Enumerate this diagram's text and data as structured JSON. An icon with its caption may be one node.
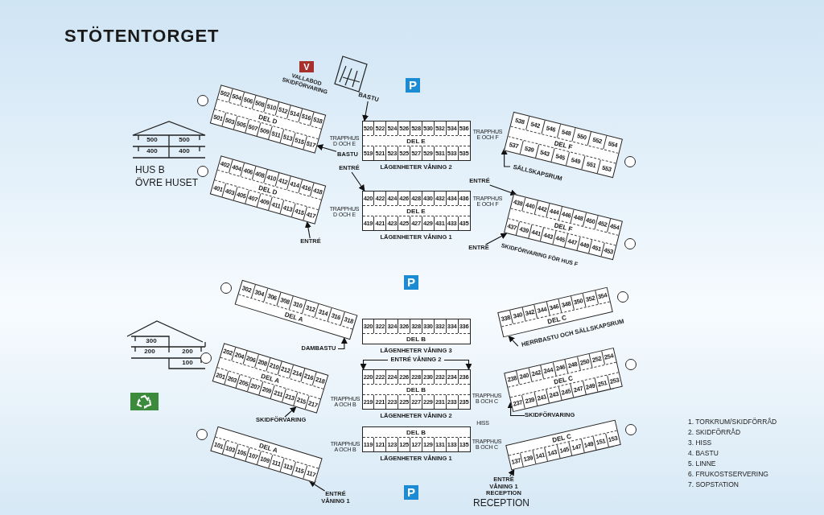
{
  "diagram": {
    "title": "STÖTENTORGET",
    "nodes": [
      {
        "text": [
          "502",
          "504",
          "506",
          "508",
          "510",
          "512",
          "514",
          "516",
          "518",
          "DEL D",
          "501",
          "503",
          "505",
          "507",
          "509",
          "511",
          "513",
          "515",
          "517"
        ]
      },
      {
        "text": [
          "520",
          "522",
          "524",
          "526",
          "528",
          "530",
          "532",
          "534",
          "536",
          "DEL E",
          "519",
          "521",
          "523",
          "525",
          "527",
          "529",
          "531",
          "533",
          "535"
        ],
        "beside": [
          "LÄGENHETER VÅNING 2"
        ]
      },
      {
        "text": [
          "538",
          "542",
          "546",
          "548",
          "550",
          "552",
          "554",
          "DEL F",
          "537",
          "539",
          "543",
          "545",
          "549",
          "551",
          "553"
        ]
      },
      {
        "text": [
          "402",
          "404",
          "406",
          "408",
          "410",
          "412",
          "414",
          "416",
          "418",
          "DEL D",
          "401",
          "403",
          "405",
          "407",
          "409",
          "411",
          "413",
          "415",
          "417"
        ]
      },
      {
        "text": [
          "420",
          "422",
          "424",
          "426",
          "428",
          "430",
          "432",
          "434",
          "436",
          "DEL E",
          "419",
          "421",
          "423",
          "425",
          "427",
          "429",
          "431",
          "433",
          "435"
        ],
        "beside": [
          "LÄGENHETER VÅNING 1"
        ]
      },
      {
        "text": [
          "438",
          "440",
          "442",
          "444",
          "446",
          "448",
          "450",
          "452",
          "454",
          "DEL F",
          "437",
          "439",
          "441",
          "443",
          "445",
          "447",
          "449",
          "451",
          "453"
        ]
      },
      {
        "text": [
          "BASTU"
        ]
      },
      {
        "text": [
          "BASTU"
        ]
      },
      {
        "text": [
          "ENTRÉ"
        ]
      },
      {
        "text": [
          "ENTRÉ"
        ]
      },
      {
        "text": [
          "SÄLLSKAPSRUM"
        ]
      },
      {
        "text": [
          "ENTRÉ"
        ]
      },
      {
        "text": [
          "ENTRÉ"
        ]
      },
      {
        "text": [
          "302",
          "304",
          "306",
          "308",
          "310",
          "312",
          "314",
          "316",
          "318",
          "DEL A"
        ]
      },
      {
        "text": [
          "320",
          "322",
          "324",
          "326",
          "328",
          "330",
          "332",
          "334",
          "336",
          "DEL B"
        ],
        "beside": [
          "LÄGENHETER VÅNING 3"
        ]
      },
      {
        "text": [
          "338",
          "340",
          "342",
          "344",
          "346",
          "348",
          "350",
          "352",
          "354",
          "DEL C"
        ]
      },
      {
        "text": [
          "DAMBASTU"
        ]
      },
      {
        "text": [
          "HERRBASTU OCH SÄLLSKAPSRUM"
        ]
      },
      {
        "text": [
          "ENTRÉ VÅNING 2"
        ]
      },
      {
        "text": [
          "202",
          "204",
          "206",
          "208",
          "210",
          "212",
          "214",
          "216",
          "218",
          "DEL A",
          "201",
          "203",
          "205",
          "207",
          "209",
          "211",
          "213",
          "215",
          "217"
        ]
      },
      {
        "text": [
          "220",
          "222",
          "224",
          "226",
          "228",
          "230",
          "232",
          "234",
          "236",
          "DEL B",
          "219",
          "221",
          "223",
          "225",
          "227",
          "229",
          "231",
          "233",
          "235"
        ],
        "beside": [
          "LÄGENHETER VÅNING 2"
        ]
      },
      {
        "text": [
          "238",
          "240",
          "242",
          "244",
          "246",
          "248",
          "250",
          "252",
          "254",
          "DEL C",
          "237",
          "239",
          "241",
          "243",
          "245",
          "247",
          "249",
          "251",
          "253"
        ]
      },
      {
        "text": [
          "SKIDFÖRVARING"
        ]
      },
      {
        "text": [
          "SKIDFÖRVARING"
        ]
      },
      {
        "text": [
          "DEL A",
          "101",
          "103",
          "105",
          "107",
          "109",
          "111",
          "113",
          "115",
          "117"
        ]
      },
      {
        "text": [
          "DEL B",
          "119",
          "121",
          "123",
          "125",
          "127",
          "129",
          "131",
          "133",
          "135"
        ],
        "beside": [
          "LÄGENHETER VÅNING 1"
        ]
      },
      {
        "text": [
          "DEL C",
          "137",
          "139",
          "141",
          "143",
          "145",
          "147",
          "149",
          "151",
          "153"
        ]
      },
      {
        "text": [
          "ENTRÉ VÅNING 1"
        ]
      },
      {
        "text": [
          "ENTRÉ VÅNING 1 RECEPTION"
        ]
      }
    ],
    "edges": [
      {
        "from": 6,
        "to": 1,
        "arrow": "to"
      },
      {
        "from": 7,
        "to": 0,
        "arrow": "to"
      },
      {
        "from": 8,
        "to": 4,
        "arrow": "to"
      },
      {
        "from": 9,
        "to": 3,
        "arrow": "to"
      },
      {
        "from": 10,
        "to": 2,
        "arrow": "to"
      },
      {
        "from": 11,
        "to": 5,
        "arrow": "to"
      },
      {
        "from": 12,
        "to": 5,
        "arrow": "to"
      },
      {
        "from": 16,
        "to": 13,
        "arrow": "to"
      },
      {
        "from": 17,
        "to": 15,
        "arrow": "to"
      },
      {
        "from": 18,
        "to": 20,
        "arrow": "to"
      },
      {
        "from": 18,
        "to": 20,
        "arrow": "to"
      },
      {
        "from": 22,
        "to": 19,
        "arrow": "to"
      },
      {
        "from": 23,
        "to": 21,
        "arrow": "to"
      },
      {
        "from": 27,
        "to": 24,
        "arrow": "to"
      },
      {
        "from": 28,
        "to": 26,
        "arrow": "to"
      }
    ],
    "labels": [
      "V",
      "VALLABOD SKIDFÖRVARING",
      "P",
      "500",
      "500",
      "400",
      "400",
      "HUS B",
      "ÖVRE HUSET",
      "TRAPPHUS D OCH E",
      "TRAPPHUS E OCH F",
      "TRAPPHUS D OCH E",
      "TRAPPHUS E OCH F",
      "SKIDFÖRVARING FÖR HUS F",
      "P",
      "300",
      "200",
      "200",
      "100",
      "TRAPPHUS A OCH B",
      "TRAPPHUS B OCH C",
      "HISS",
      "TRAPPHUS A OCH B",
      "TRAPPHUS B OCH C",
      "P",
      "RECEPTION",
      "1. TORKRUM/SKIDFÖRRÅD",
      "2. SKIDFÖRRÅD",
      "3. HISS",
      "4. BASTU",
      "5. LINNE",
      "6. FRUKOSTSERVERING",
      "7. SOPSTATION"
    ]
  }
}
